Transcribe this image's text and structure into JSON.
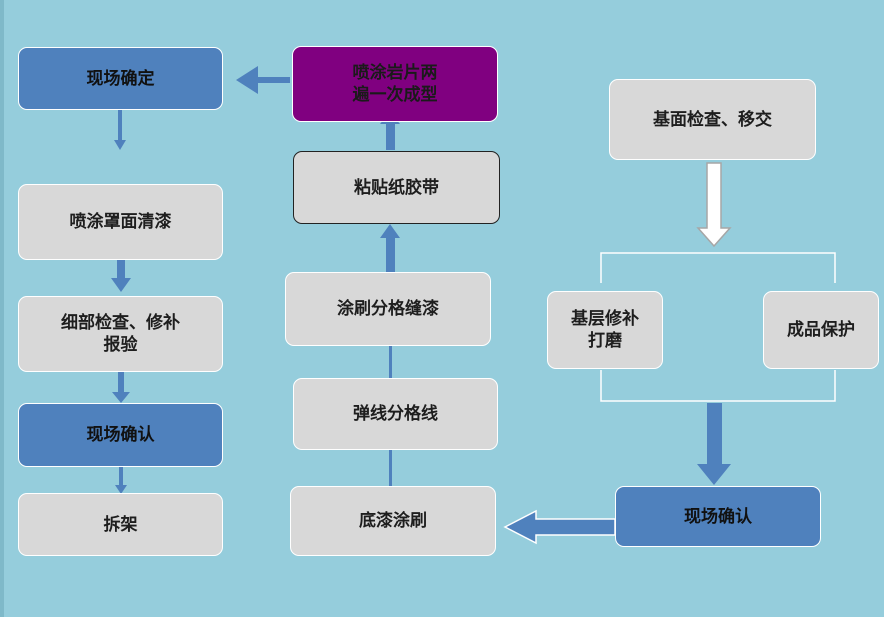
{
  "colors": {
    "background": "#95CDDC",
    "node_gray": "#D8D8D8",
    "node_blue": "#4F81BD",
    "node_purple": "#800080",
    "arrow_blue": "#4F81BD",
    "arrow_outline": "#A6A6A6"
  },
  "nodes": {
    "site_confirm_top": "现场确定",
    "spray_rock": "喷涂岩片两\n遍一次成型",
    "spray_cover": "喷涂罩面清漆",
    "tape": "粘贴纸胶带",
    "detail_check": "细部检查、修补\n报验",
    "grid_paint": "涂刷分格缝漆",
    "site_confirm_mid": "现场确认",
    "snap_line": "弹线分格线",
    "dismantle": "拆架",
    "primer": "底漆涂刷",
    "base_check": "基面检查、移交",
    "base_repair": "基层修补\n打磨",
    "product_protect": "成品保护",
    "site_confirm_right": "现场确认"
  }
}
